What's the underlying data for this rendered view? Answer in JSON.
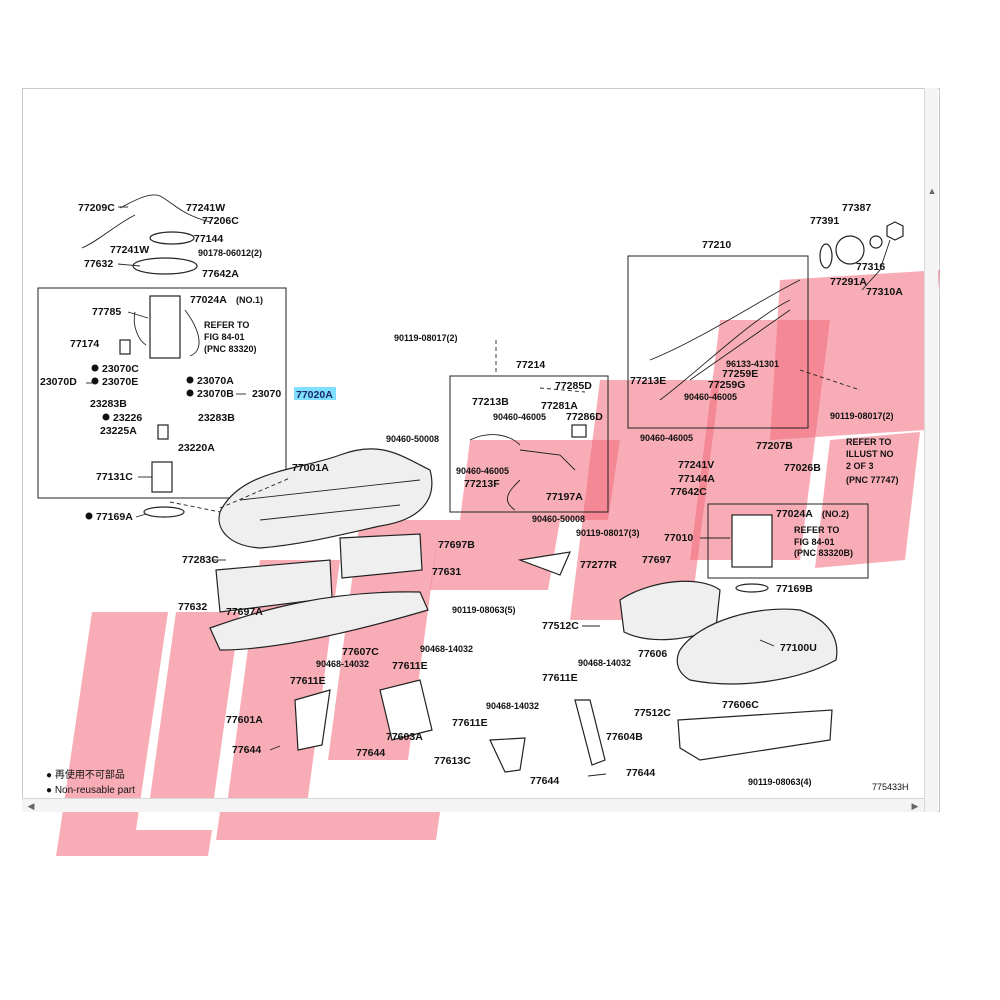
{
  "catalog_id": "775433H",
  "highlight_color": "#7fdfff",
  "watermark_color": "#f36a7a",
  "legend": {
    "line1": "● 再使用不可部品",
    "line2": "● Non-reusable part"
  },
  "labels": {
    "p77209C": "77209C",
    "p77241W_a": "77241W",
    "p77206C": "77206C",
    "p77144": "77144",
    "p77241W_b": "77241W",
    "p90178": "90178-06012(2)",
    "p77632_a": "77632",
    "p77642A": "77642A",
    "p77785": "77785",
    "p77024A_1": "77024A",
    "no1": "(NO.1)",
    "refer1_a": "REFER TO",
    "refer1_b": "FIG 84-01",
    "refer1_c": "(PNC 83320)",
    "p77174": "77174",
    "p23070C": "23070C",
    "p23070E": "23070E",
    "p23070D": "23070D",
    "p23070A": "23070A",
    "p23070B": "23070B",
    "p23070": "23070",
    "p77020A": "77020A",
    "p23283B_a": "23283B",
    "p23226": "23226",
    "p23283B_b": "23283B",
    "p23225A": "23225A",
    "p23220A": "23220A",
    "p77131C": "77131C",
    "p77169A": "77169A",
    "p90119_top": "90119-08017(2)",
    "p77214": "77214",
    "p77285D": "77285D",
    "p77213B": "77213B",
    "p77281A": "77281A",
    "p90460_46005_a": "90460-46005",
    "p77286D": "77286D",
    "p90460_50008_a": "90460-50008",
    "p90460_46005_b": "90460-46005",
    "p77213F": "77213F",
    "p77197A": "77197A",
    "p90460_46005_c": "90460-46005",
    "p77001A": "77001A",
    "p90460_50008_b": "90460-50008",
    "p90119_08017_3": "90119-08017(3)",
    "p77210": "77210",
    "p77391": "77391",
    "p77387": "77387",
    "p77316": "77316",
    "p77291A": "77291A",
    "p77310A": "77310A",
    "p96133": "96133-41301",
    "p77213E": "77213E",
    "p77259E": "77259E",
    "p77259G": "77259G",
    "p90460_46005_d": "90460-46005",
    "p90119_08017_2b": "90119-08017(2)",
    "refer2_a": "REFER TO",
    "refer2_b": "ILLUST NO",
    "refer2_c": "2 OF 3",
    "refer2_d": "(PNC 77747)",
    "p77207B": "77207B",
    "p77241V": "77241V",
    "p77144A": "77144A",
    "p77642C": "77642C",
    "p77026B": "77026B",
    "p77010": "77010",
    "p77024A_2": "77024A",
    "no2": "(NO.2)",
    "refer3_a": "REFER TO",
    "refer3_b": "FIG 84-01",
    "refer3_c": "(PNC 83320B)",
    "p77169B": "77169B",
    "p77283C": "77283C",
    "p77697B": "77697B",
    "p77631": "77631",
    "p77632_b": "77632",
    "p77697A": "77697A",
    "p77277R": "77277R",
    "p77697": "77697",
    "p90119_08063_5": "90119-08063(5)",
    "p77512C_a": "77512C",
    "p77100U": "77100U",
    "p77607C": "77607C",
    "p90468_14032_a": "90468-14032",
    "p90468_14032_b": "90468-14032",
    "p77611E_a": "77611E",
    "p77611E_b": "77611E",
    "p77611E_c": "77611E",
    "p90468_14032_c": "90468-14032",
    "p77606": "77606",
    "p77512C_b": "77512C",
    "p77606C": "77606C",
    "p77601A": "77601A",
    "p77603A": "77603A",
    "p77644_a": "77644",
    "p77644_b": "77644",
    "p77611E_d": "77611E",
    "p90468_14032_d": "90468-14032",
    "p77604B": "77604B",
    "p77613C": "77613C",
    "p77644_c": "77644",
    "p77644_d": "77644",
    "p90119_08063_4": "90119-08063(4)"
  }
}
